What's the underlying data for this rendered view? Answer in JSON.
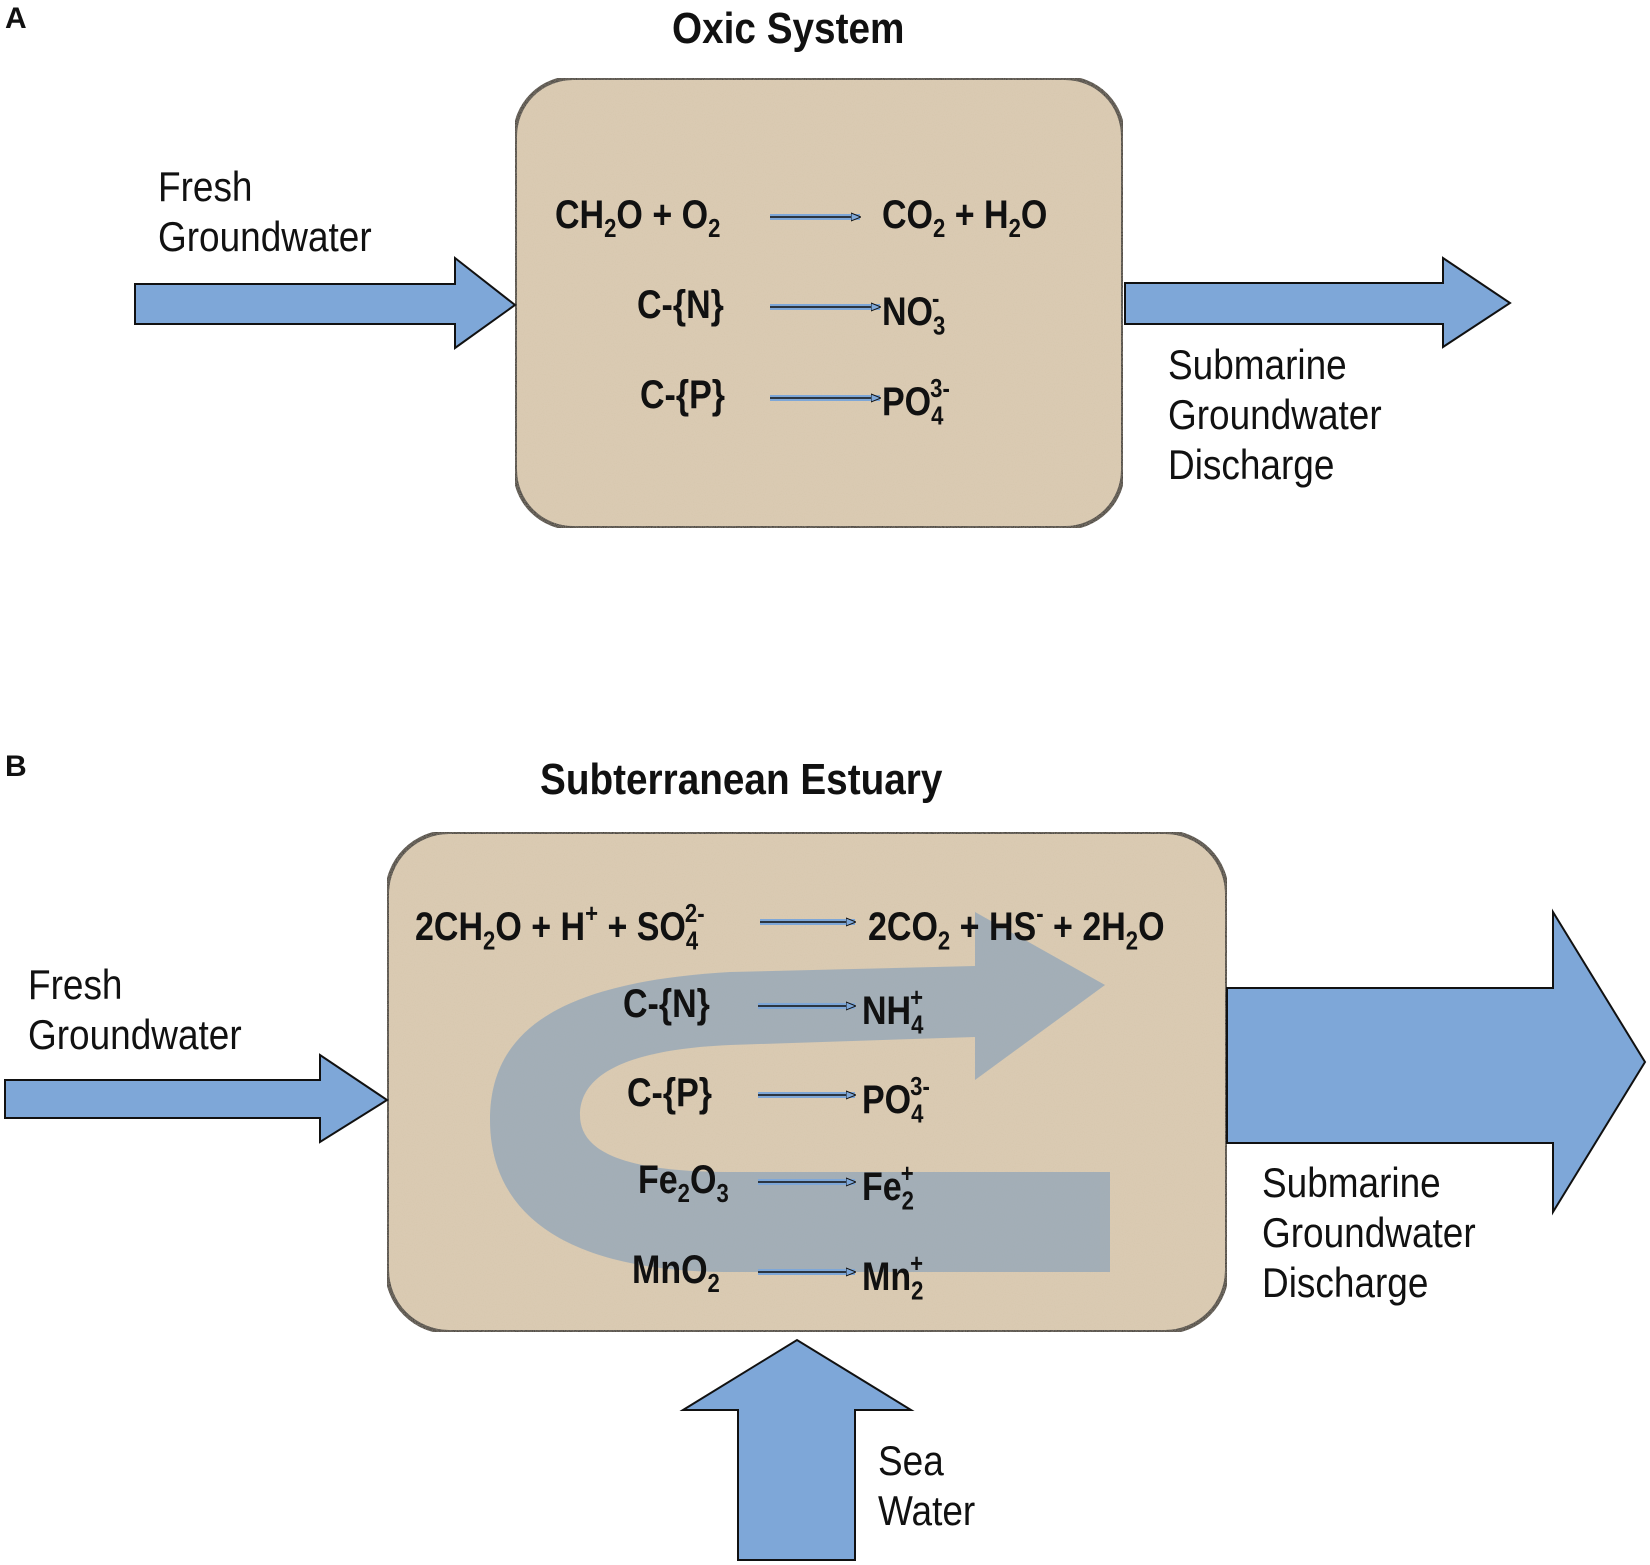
{
  "panel_a": {
    "letter": "A",
    "title": "Oxic System",
    "inflow_label": [
      "Fresh",
      "Groundwater"
    ],
    "outflow_label": [
      "Submarine",
      "Groundwater",
      "Discharge"
    ],
    "reactions": [
      {
        "lhs": "CH2O + O2",
        "rhs": "CO2 + H2O"
      },
      {
        "lhs": "C-{N}",
        "rhs": "NO3-"
      },
      {
        "lhs": "C-{P}",
        "rhs": "PO43-"
      }
    ]
  },
  "panel_b": {
    "letter": "B",
    "title": "Subterranean Estuary",
    "inflow_label": [
      "Fresh",
      "Groundwater"
    ],
    "outflow_label": [
      "Submarine",
      "Groundwater",
      "Discharge"
    ],
    "seawater_label": [
      "Sea",
      "Water"
    ],
    "reactions": [
      {
        "lhs": "2CH2O + H+ + SO42-",
        "rhs": "2CO2 + HS- + 2H2O"
      },
      {
        "lhs": "C-{N}",
        "rhs": "NH4+"
      },
      {
        "lhs": "C-{P}",
        "rhs": "PO43-"
      },
      {
        "lhs": "Fe2O3",
        "rhs": "Fe2+"
      },
      {
        "lhs": "MnO2",
        "rhs": "Mn2+"
      }
    ]
  },
  "colors": {
    "arrow_fill": "#7ea7d8",
    "box_fill": "#d8c7ad",
    "box_border": "#111111",
    "mixing_arrow": "#8ea3b8"
  }
}
